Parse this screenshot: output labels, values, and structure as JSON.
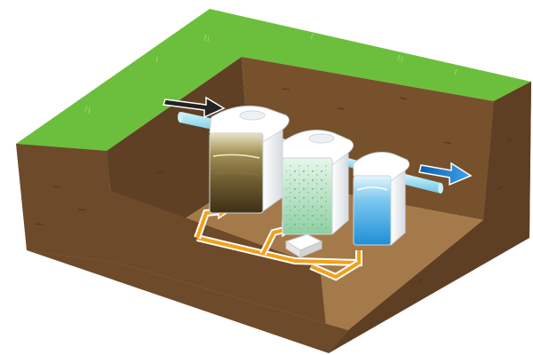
{
  "diagram": {
    "kind": "septic-treatment-system-cutaway",
    "components": [
      {
        "id": "tank-1",
        "role": "primary settling chamber",
        "color": "#6b5a2e"
      },
      {
        "id": "tank-2",
        "role": "biological treatment chamber",
        "color": "#9fd3b0"
      },
      {
        "id": "tank-3",
        "role": "clarification chamber",
        "color": "#59b4e6"
      },
      {
        "id": "blower",
        "role": "air pump unit",
        "color": "#ffffff"
      }
    ],
    "flows": [
      {
        "id": "inlet",
        "style": "black-arrow"
      },
      {
        "id": "outlet",
        "style": "blue-arrow"
      },
      {
        "id": "recirculation",
        "style": "orange-return-lines"
      }
    ],
    "colors": {
      "grass_top": "#6cbf3d",
      "soil_front": "#6d4a2a",
      "soil_side": "#5e3f24",
      "pit_floor": "#a57a4a",
      "pipe": "#a9e0f2",
      "return_line": "#f3a11a",
      "outlet_arrow": "#1e78c8",
      "inlet_arrow": "#222222"
    }
  }
}
